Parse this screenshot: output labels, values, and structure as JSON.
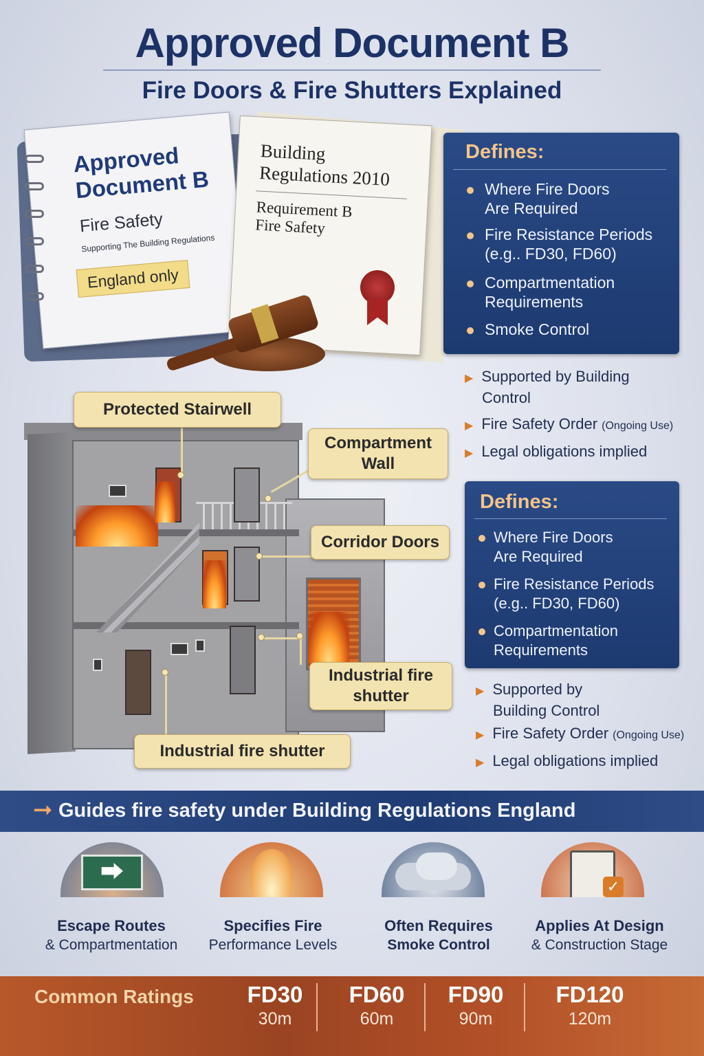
{
  "header": {
    "title": "Approved Document B",
    "subtitle": "Fire Doors & Fire Shutters Explained"
  },
  "binder": {
    "title": "Approved\nDocument B",
    "subtitle": "Fire Safety",
    "note": "Supporting The Building Regulations",
    "tag": "England only"
  },
  "regulations_paper": {
    "title": "Building\nRegulations 2010",
    "subtitle": "Requirement B\nFire Safety"
  },
  "defines_panel_top": {
    "heading": "Defines:",
    "items": [
      {
        "line1": "Where Fire Doors",
        "line2": "Are Required"
      },
      {
        "line1": "Fire Resistance Periods",
        "line2": "(e.g.. FD30, FD60)"
      },
      {
        "line1": "Compartmentation",
        "line2": "Requirements"
      },
      {
        "line1": "Smoke Control",
        "line2": ""
      }
    ]
  },
  "bullets_top": [
    {
      "text": "Supported by Building",
      "text2": "Control",
      "small": ""
    },
    {
      "text": "Fire Safety Order",
      "text2": "",
      "small": "(Ongoing Use)"
    },
    {
      "text": "Legal obligations implied",
      "text2": "",
      "small": ""
    }
  ],
  "defines_panel_bottom": {
    "heading": "Defines:",
    "items": [
      {
        "line1": "Where Fire Doors",
        "line2": "Are Required"
      },
      {
        "line1": "Fire Resistance Periods",
        "line2": "(e.g.. FD30, FD60)"
      },
      {
        "line1": "Compartmentation",
        "line2": "Requirements"
      }
    ]
  },
  "bullets_bottom": [
    {
      "text": "Supported by",
      "text2": "Building Control",
      "small": ""
    },
    {
      "text": "Fire Safety Order",
      "text2": "",
      "small": "(Ongoing Use)"
    },
    {
      "text": "Legal obligations implied",
      "text2": "",
      "small": ""
    }
  ],
  "callouts": {
    "protected_stairwell": "Protected Stairwell",
    "compartment_wall": "Compartment\nWall",
    "corridor_doors": "Corridor Doors",
    "industrial_shutter_right": "Industrial fire\nshutter",
    "industrial_shutter_bottom": "Industrial fire shutter"
  },
  "banner": {
    "arrow_icon": "arrow-right-icon",
    "text": "Guides fire safety under Building Regulations England"
  },
  "features": [
    {
      "icon": "fire-exit-icon",
      "line1": "Escape Routes",
      "line2": "& Compartmentation"
    },
    {
      "icon": "flame-icon",
      "line1": "Specifies Fire",
      "line2": "Performance Levels"
    },
    {
      "icon": "smoke-icon",
      "line1": "Often Requires",
      "line2": "Smoke Control"
    },
    {
      "icon": "clipboard-check-icon",
      "line1": "Applies At Design",
      "line2": "& Construction Stage"
    }
  ],
  "ratings": {
    "label": "Common Ratings",
    "items": [
      {
        "code": "FD30",
        "time": "30m"
      },
      {
        "code": "FD60",
        "time": "60m"
      },
      {
        "code": "FD90",
        "time": "90m"
      },
      {
        "code": "FD120",
        "time": "120m"
      }
    ]
  },
  "colors": {
    "title_navy": "#1c3266",
    "panel_blue": "#22407a",
    "panel_heading": "#f3c58a",
    "callout_bg": "#f3e3b0",
    "ratings_orange": "#b7582a"
  }
}
